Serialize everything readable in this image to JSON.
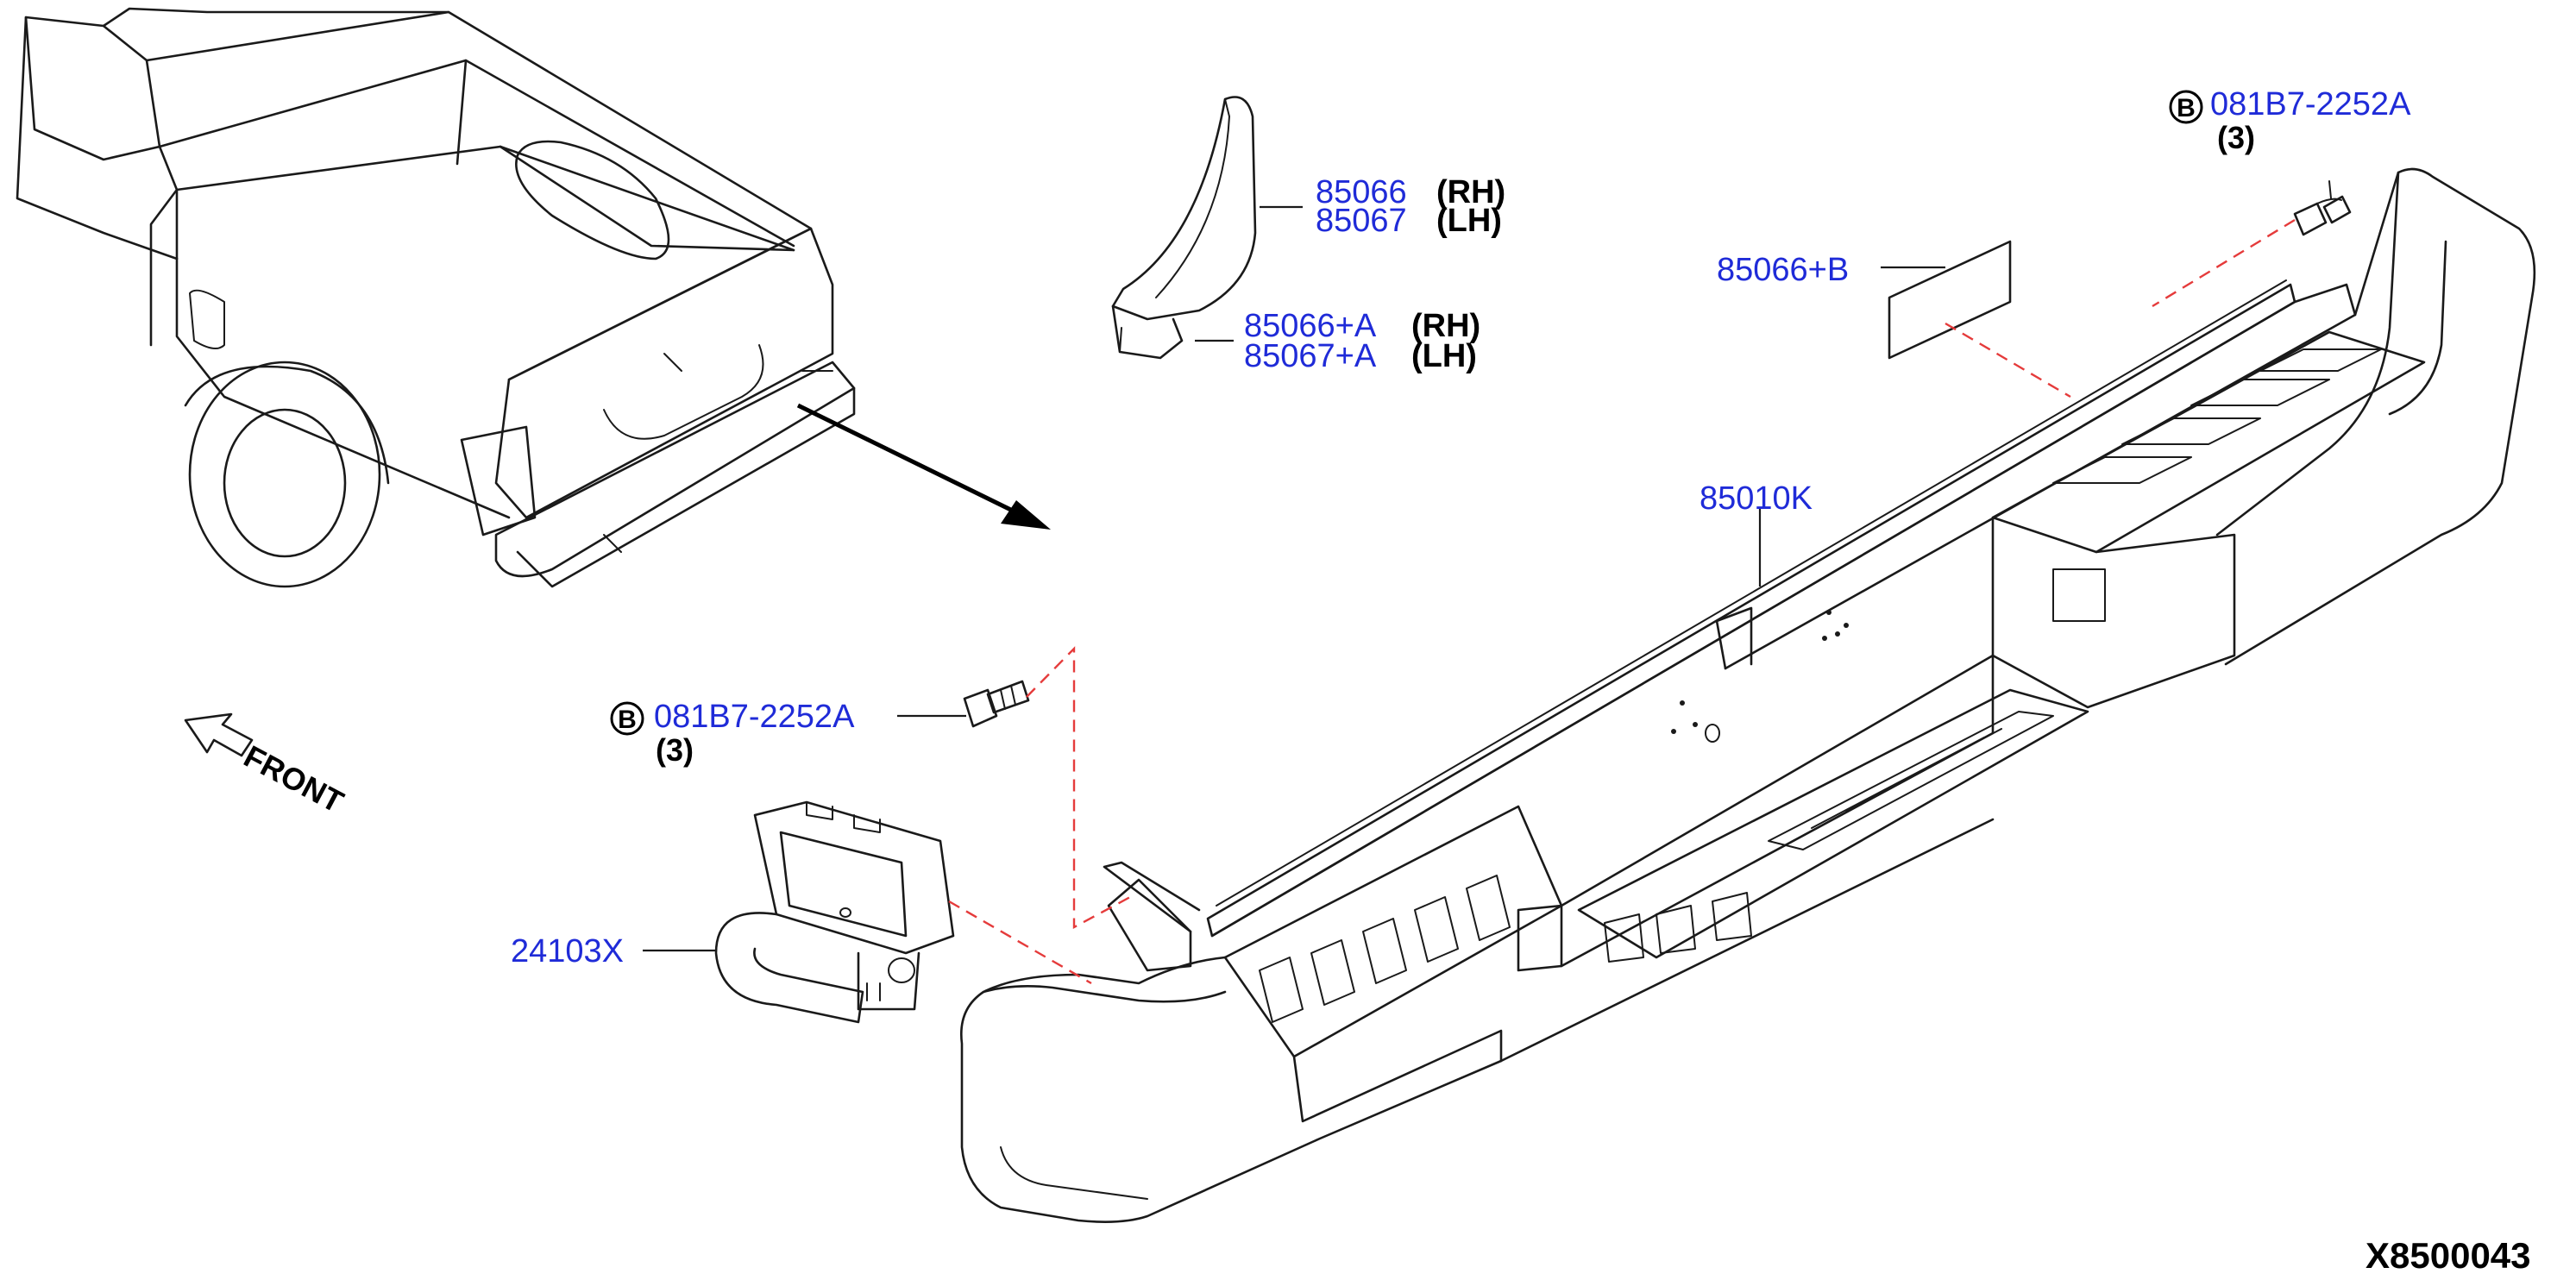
{
  "diagram": {
    "drawing_code": "X8500043",
    "front_indicator": "FRONT",
    "callouts": [
      {
        "id": "bolt-top",
        "part_number": "081B7-2252A",
        "symbol": "B",
        "quantity": "(3)"
      },
      {
        "id": "bolt-left",
        "part_number": "081B7-2252A",
        "symbol": "B",
        "quantity": "(3)"
      },
      {
        "id": "end-cap-rh",
        "part_number": "85066",
        "side": "(RH)"
      },
      {
        "id": "end-cap-lh",
        "part_number": "85067",
        "side": "(LH)"
      },
      {
        "id": "end-cap-seal-rh",
        "part_number": "85066+A",
        "side": "(RH)"
      },
      {
        "id": "end-cap-seal-lh",
        "part_number": "85067+A",
        "side": "(LH)"
      },
      {
        "id": "pad",
        "part_number": "85066+B"
      },
      {
        "id": "bumper",
        "part_number": "85010K"
      },
      {
        "id": "sensor",
        "part_number": "24103X"
      }
    ],
    "colors": {
      "part_number": "#1f2bd8",
      "dashed_line": "#e53b3b",
      "linework": "#1a1a1a"
    }
  }
}
